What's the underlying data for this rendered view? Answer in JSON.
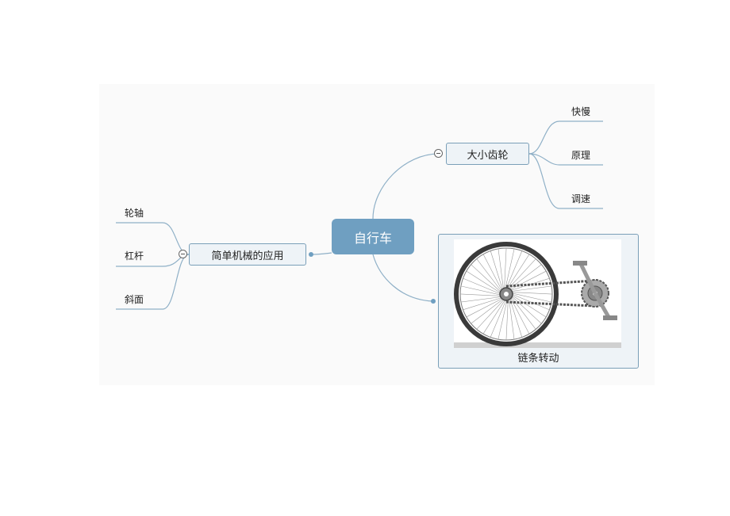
{
  "root": {
    "label": "自行车"
  },
  "branches": {
    "gears": {
      "label": "大小齿轮",
      "children": [
        "快慢",
        "原理",
        "调速"
      ]
    },
    "chain": {
      "label": "链条转动",
      "image_icon": "bicycle-wheel-chain-illustration"
    },
    "machines": {
      "label": "简单机械的应用",
      "children": [
        "轮轴",
        "杠杆",
        "斜面"
      ]
    }
  },
  "colors": {
    "root_fill": "#6f9fc1",
    "line": "#8fb0c7",
    "node_fill": "#eef3f7",
    "node_border": "#7a9fb8"
  }
}
